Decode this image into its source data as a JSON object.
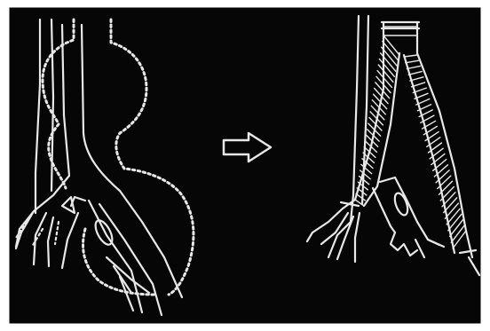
{
  "figure": {
    "background_color": "#060606",
    "frame_color": "#ffffff",
    "line_color": "#e8e8e8",
    "panels": [
      {
        "id": "before",
        "depicts": "aneurysm-with-native-vessels"
      },
      {
        "id": "after",
        "depicts": "bifurcated-graft-repair"
      }
    ],
    "transition_icon": "hollow-right-arrow-icon"
  }
}
